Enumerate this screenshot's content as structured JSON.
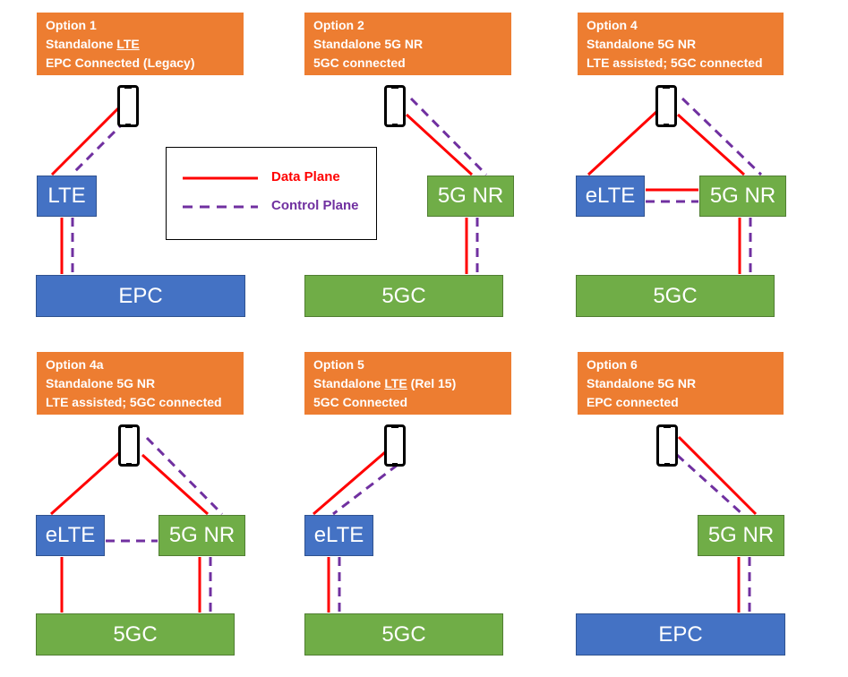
{
  "colors": {
    "header": "#ed7d31",
    "lte": "#4472c4",
    "nr": "#70ad47",
    "data_plane": "#ff0000",
    "control_plane": "#7030a0"
  },
  "legend": {
    "data_plane": "Data Plane",
    "control_plane": "Control Plane"
  },
  "options": [
    {
      "header": [
        "Option 1",
        "Standalone LTE",
        "EPC Connected (Legacy)"
      ],
      "nodes": [
        "LTE"
      ],
      "core": "EPC"
    },
    {
      "header": [
        "Option 2",
        "Standalone 5G NR",
        "5GC connected"
      ],
      "nodes": [
        "5G NR"
      ],
      "core": "5GC"
    },
    {
      "header": [
        "Option 4",
        "Standalone 5G NR",
        "LTE assisted; 5GC connected"
      ],
      "nodes": [
        "eLTE",
        "5G NR"
      ],
      "core": "5GC"
    },
    {
      "header": [
        "Option 4a",
        "Standalone 5G NR",
        "LTE assisted; 5GC connected"
      ],
      "nodes": [
        "eLTE",
        "5G NR"
      ],
      "core": "5GC"
    },
    {
      "header": [
        "Option 5",
        "Standalone LTE (Rel 15)",
        "5GC Connected"
      ],
      "nodes": [
        "eLTE"
      ],
      "core": "5GC"
    },
    {
      "header": [
        "Option 6",
        "Standalone 5G NR",
        "EPC connected"
      ],
      "nodes": [
        "5G NR"
      ],
      "core": "EPC"
    }
  ]
}
